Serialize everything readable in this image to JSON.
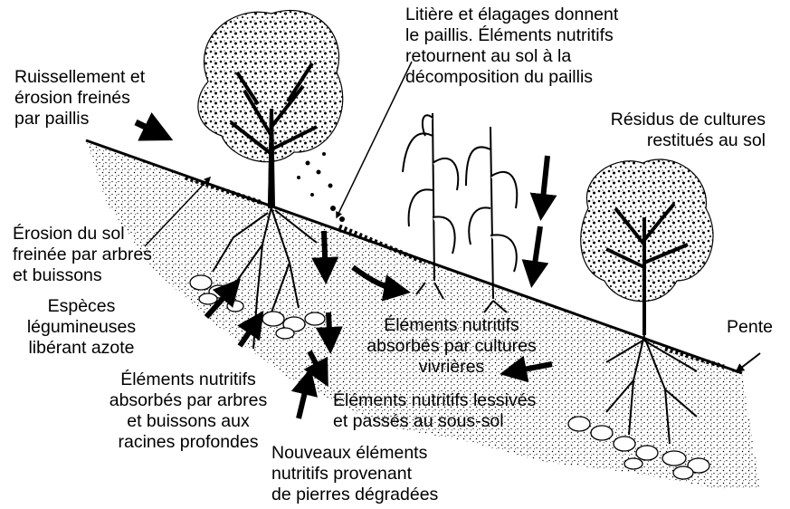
{
  "colors": {
    "ink": "#000000",
    "paper": "#ffffff"
  },
  "labels": {
    "litter": "Litière et élagages donnent\nle paillis. Éléments nutritifs\nretournent au sol à la\ndécomposition du paillis",
    "runoff": "Ruissellement et\nérosion freinés\npar paillis",
    "residues": "Résidus de cultures\nrestitués au sol",
    "soil_erosion": "Érosion du sol\nfreinée par arbres\net buissons",
    "legumes": "Espèces\nlégumineuses\nlibérant azote",
    "food_crops": "Éléments nutritifs\nabsorbés par cultures\nvivrières",
    "slope": "Pente",
    "deep_roots": "Éléments nutritifs\nabsorbés par arbres\net buissons aux\nracines profondes",
    "leached": "Éléments nutritifs lessivés\net passés au sous-sol",
    "stones": "Nouveaux éléments\nnutritifs provenant\nde pierres dégradées"
  },
  "icons": {
    "tree_left": "tree-icon",
    "tree_right": "tree-icon",
    "maize": "maize-plant-icon",
    "stones": "stone-icon"
  }
}
